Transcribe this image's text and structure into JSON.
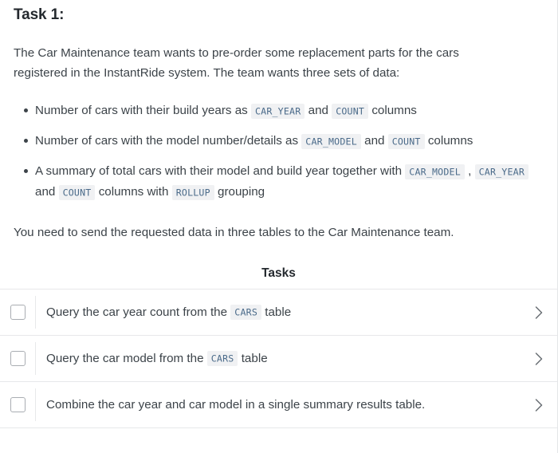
{
  "heading": "Task 1:",
  "intro": "The Car Maintenance team wants to pre-order some replacement parts for the cars registered in the InstantRide system. The team wants three sets of data:",
  "bullets": [
    {
      "parts": [
        {
          "type": "text",
          "value": "Number of cars with their build years as "
        },
        {
          "type": "code",
          "value": "CAR_YEAR"
        },
        {
          "type": "text",
          "value": " and "
        },
        {
          "type": "code",
          "value": "COUNT"
        },
        {
          "type": "text",
          "value": " columns"
        }
      ]
    },
    {
      "parts": [
        {
          "type": "text",
          "value": "Number of cars with the model number/details as "
        },
        {
          "type": "code",
          "value": "CAR_MODEL"
        },
        {
          "type": "text",
          "value": " and "
        },
        {
          "type": "code",
          "value": "COUNT"
        },
        {
          "type": "text",
          "value": " columns"
        }
      ]
    },
    {
      "parts": [
        {
          "type": "text",
          "value": "A summary of total cars with their model and build year together with "
        },
        {
          "type": "code",
          "value": "CAR_MODEL"
        },
        {
          "type": "text",
          "value": " , "
        },
        {
          "type": "code",
          "value": "CAR_YEAR"
        },
        {
          "type": "text",
          "value": " and "
        },
        {
          "type": "code",
          "value": "COUNT"
        },
        {
          "type": "text",
          "value": " columns with "
        },
        {
          "type": "code",
          "value": "ROLLUP"
        },
        {
          "type": "text",
          "value": " grouping"
        }
      ]
    }
  ],
  "outro": "You need to send the requested data in three tables to the Car Maintenance team.",
  "tasks_title": "Tasks",
  "tasks": [
    {
      "checked": false,
      "parts": [
        {
          "type": "text",
          "value": "Query the car year count from the "
        },
        {
          "type": "code",
          "value": "CARS"
        },
        {
          "type": "text",
          "value": " table"
        }
      ],
      "chevron": "chevron-right-icon"
    },
    {
      "checked": false,
      "parts": [
        {
          "type": "text",
          "value": "Query the car model from the "
        },
        {
          "type": "code",
          "value": "CARS"
        },
        {
          "type": "text",
          "value": " table"
        }
      ],
      "chevron": "chevron-right-icon"
    },
    {
      "checked": false,
      "parts": [
        {
          "type": "text",
          "value": "Combine the car year and car model in a single summary results table."
        }
      ],
      "chevron": "chevron-right-icon"
    }
  ],
  "colors": {
    "text": "#3c4349",
    "heading": "#24292e",
    "code_text": "#4b6b8a",
    "code_bg": "#f0f1f3",
    "border": "#e7e8ea",
    "checkbox_border": "#a9adb2",
    "chevron": "#6a7075"
  }
}
